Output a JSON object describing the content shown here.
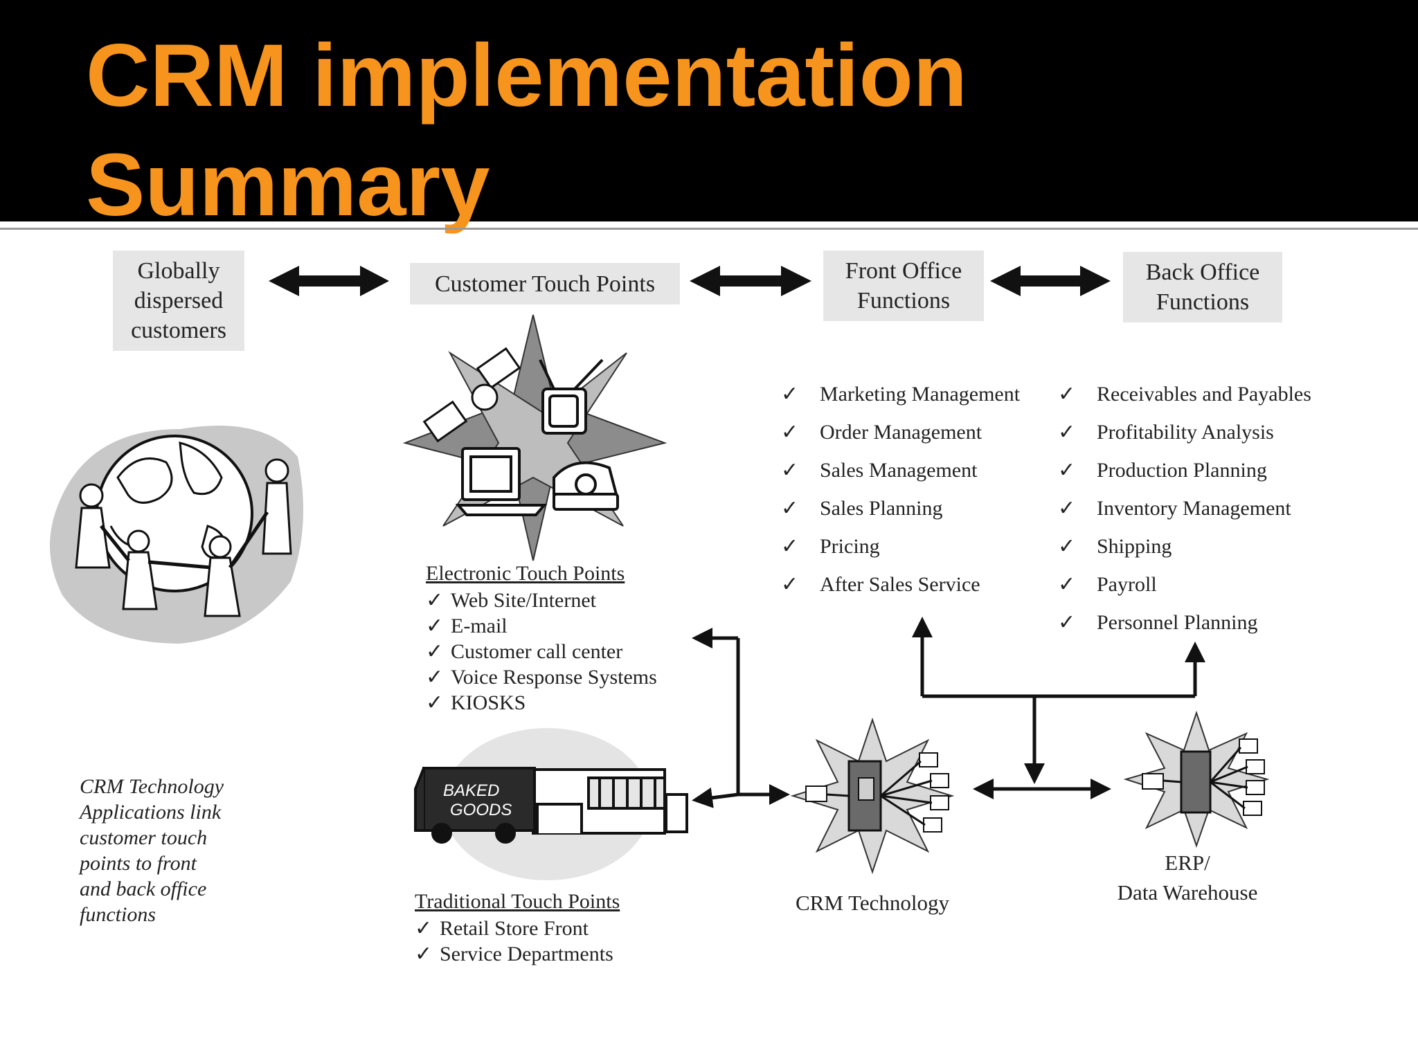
{
  "title": {
    "line1": "CRM implementation",
    "line2": "Summary"
  },
  "top_row": {
    "customers": "Globally\ndispersed\ncustomers",
    "touch_points": "Customer Touch Points",
    "front_office": "Front Office\nFunctions",
    "back_office": "Back Office\nFunctions"
  },
  "front_office_items": [
    "Marketing Management",
    "Order Management",
    "Sales Management",
    "Sales Planning",
    "Pricing",
    "After Sales Service"
  ],
  "back_office_items": [
    "Receivables and Payables",
    "Profitability Analysis",
    "Production Planning",
    "Inventory Management",
    "Shipping",
    "Payroll",
    "Personnel Planning"
  ],
  "electronic": {
    "heading": "Electronic Touch Points",
    "items": [
      "Web Site/Internet",
      "E-mail",
      "Customer call center",
      "Voice Response Systems",
      "KIOSKS"
    ]
  },
  "traditional": {
    "heading": "Traditional Touch Points",
    "items": [
      "Retail Store Front",
      "Service Departments"
    ]
  },
  "truck_text": {
    "line1": "BAKED",
    "line2": "GOODS"
  },
  "crm_label": "CRM Technology",
  "erp_label": "ERP/\nData Warehouse",
  "note": "CRM Technology\nApplications link\ncustomer touch\npoints to front\nand back office\nfunctions",
  "check_mark": "✓",
  "colors": {
    "title": "#f7941d",
    "title_bg": "#000000",
    "box_bg": "#e6e6e6",
    "ink": "#1a1a1a"
  },
  "icons": [
    "double-arrow-icon",
    "globe-people-icon",
    "satellite-icon",
    "tv-icon",
    "computer-icon",
    "telephone-icon",
    "truck-store-icon",
    "server-network-icon"
  ]
}
